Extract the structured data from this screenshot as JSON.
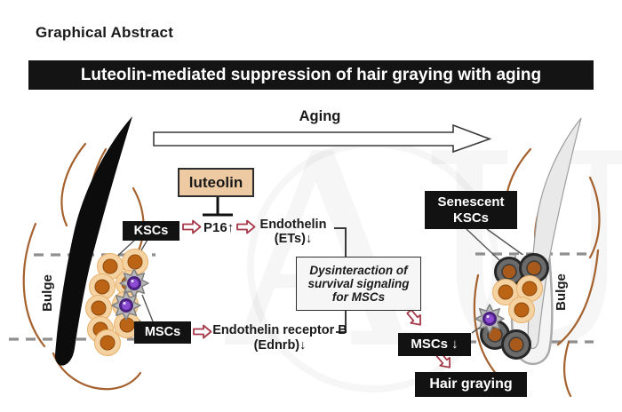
{
  "header": {
    "title": "Graphical Abstract"
  },
  "banner": {
    "text": "Luteolin-mediated suppression of hair graying with aging"
  },
  "timeline": {
    "label": "Aging"
  },
  "left_follicle": {
    "bulge": "Bulge",
    "kscs_label": "KSCs",
    "mscs_label": "MSCs"
  },
  "pathway": {
    "luteolin_label": "luteolin",
    "p16": "P16↑",
    "endothelin": [
      "Endothelin",
      "(ETs)↓"
    ],
    "receptor": [
      "Endothelin receptor B",
      "(Ednrb)↓"
    ],
    "dysinteraction": [
      "Dysinteraction of",
      "survival signaling",
      "for MSCs"
    ]
  },
  "right_follicle": {
    "senescent": [
      "Senescent",
      "KSCs"
    ],
    "mscs_down": "MSCs ↓",
    "hair_graying": "Hair graying",
    "bulge": "Bulge"
  },
  "colors": {
    "banner_bg": "#141414",
    "label_bg": "#121212",
    "luteolin_bg": "#eecaa3",
    "red_arrow": "#a63a4a",
    "brown_line": "#a5612e",
    "tan_cell": "#f5d2a2",
    "cell_nucleus": "#bb6416",
    "msc_purple": "#8a4ad2",
    "senescent_ring": "#6b6b6b",
    "gray_hair": "#e9e9e9"
  }
}
